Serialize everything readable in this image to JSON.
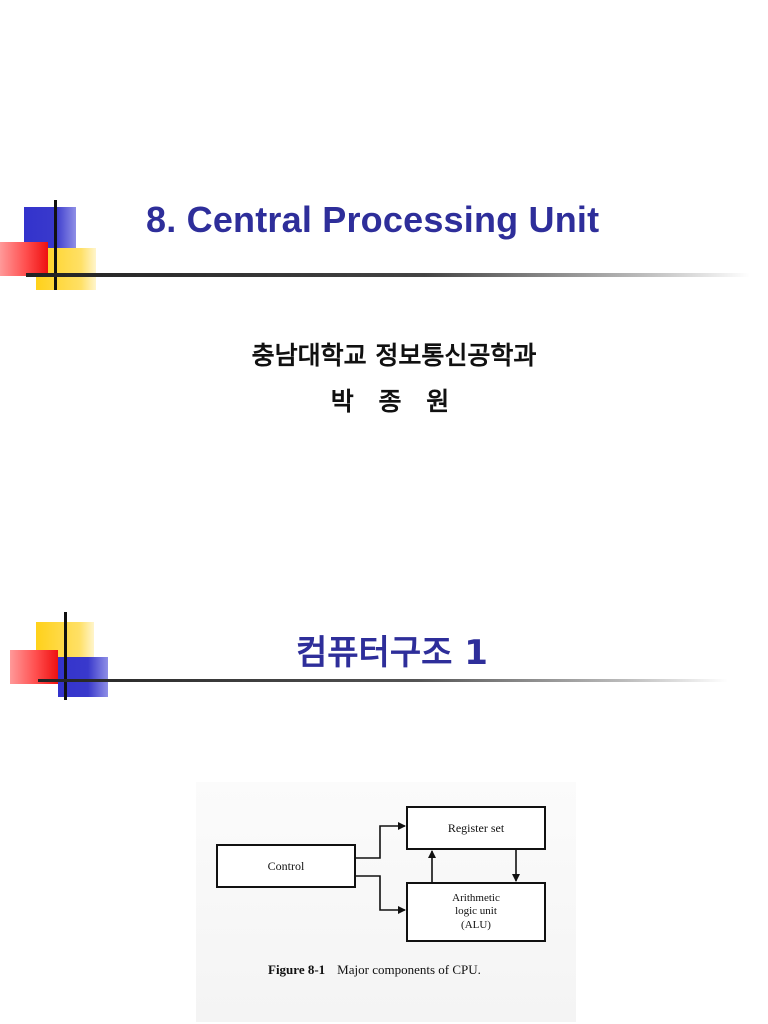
{
  "slides": [
    {
      "title": "8. Central Processing Unit",
      "subtitle_line1": "충남대학교 정보통신공학과",
      "subtitle_line2": "박 종 원"
    },
    {
      "title": "컴퓨터구조 1",
      "figure": {
        "boxes": {
          "control": "Control",
          "register_set": "Register set",
          "alu_line1": "Arithmetic",
          "alu_line2": "logic unit",
          "alu_line3": "(ALU)"
        },
        "caption_number": "Figure 8-1",
        "caption_text": "Major components of CPU."
      }
    }
  ],
  "colors": {
    "title": "#2e2e9a",
    "deco_blue": "#3333cc",
    "deco_yellow": "#ffd11a",
    "deco_red": "#ff4d4d"
  }
}
